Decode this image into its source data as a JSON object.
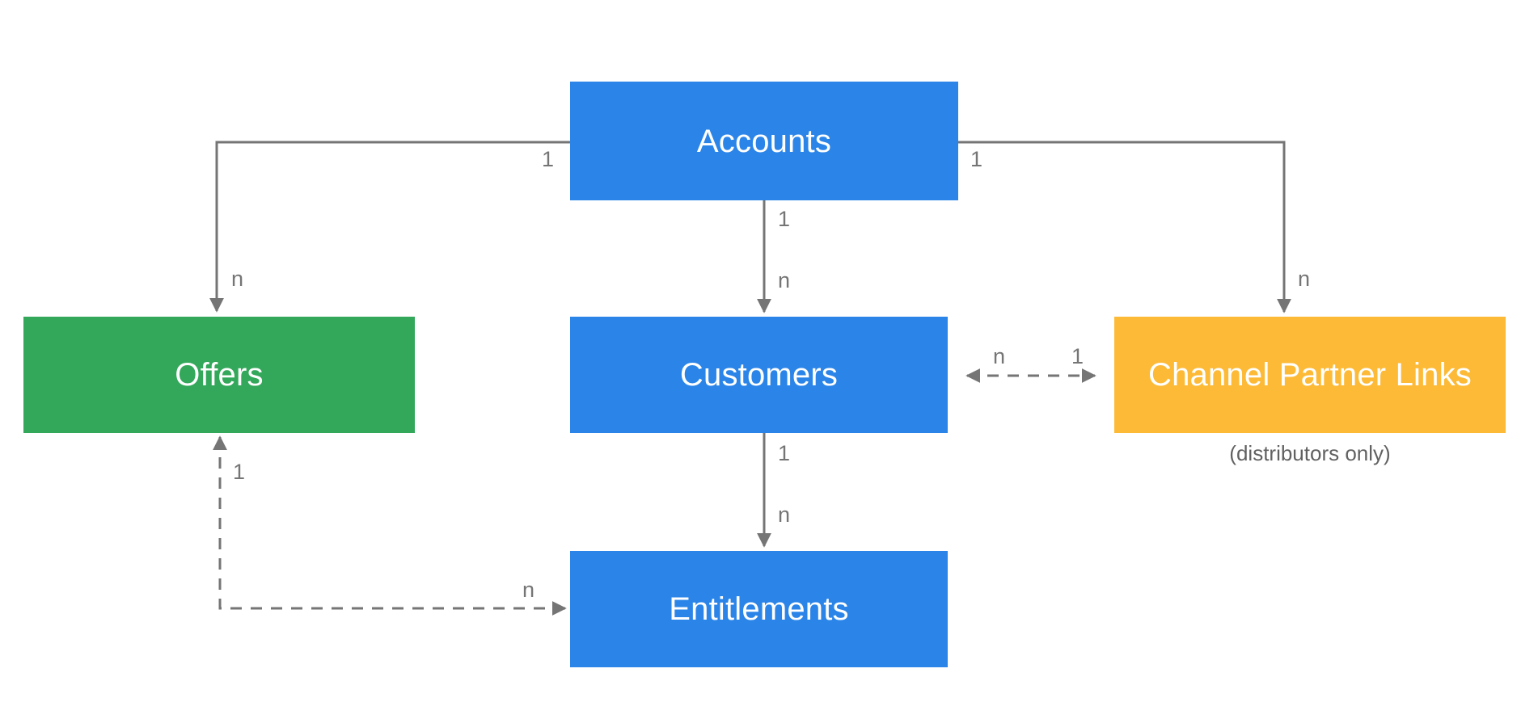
{
  "diagram": {
    "type": "entity-relationship",
    "background_color": "#ffffff",
    "line_color": "#757575",
    "label_color": "#757575",
    "nodes": [
      {
        "id": "accounts",
        "label": "Accounts",
        "color": "#2b85e8",
        "text_color": "#ffffff"
      },
      {
        "id": "offers",
        "label": "Offers",
        "color": "#33a85b",
        "text_color": "#ffffff"
      },
      {
        "id": "customers",
        "label": "Customers",
        "color": "#2b85e8",
        "text_color": "#ffffff"
      },
      {
        "id": "channel_partner_links",
        "label": "Channel Partner Links",
        "color": "#fdba36",
        "text_color": "#ffffff",
        "caption": "(distributors only)"
      },
      {
        "id": "entitlements",
        "label": "Entitlements",
        "color": "#2b85e8",
        "text_color": "#ffffff"
      }
    ],
    "edges": [
      {
        "id": "accounts-offers",
        "from": "accounts",
        "to": "offers",
        "style": "solid",
        "from_label": "1",
        "to_label": "n"
      },
      {
        "id": "accounts-customers",
        "from": "accounts",
        "to": "customers",
        "style": "solid",
        "from_label": "1",
        "to_label": "n"
      },
      {
        "id": "accounts-channel-partner-links",
        "from": "accounts",
        "to": "channel_partner_links",
        "style": "solid",
        "from_label": "1",
        "to_label": "n"
      },
      {
        "id": "customers-channel-partner-links",
        "from": "customers",
        "to": "channel_partner_links",
        "style": "dashed",
        "direction": "bidirectional",
        "from_label": "n",
        "to_label": "1"
      },
      {
        "id": "customers-entitlements",
        "from": "customers",
        "to": "entitlements",
        "style": "solid",
        "from_label": "1",
        "to_label": "n"
      },
      {
        "id": "offers-entitlements",
        "from": "offers",
        "to": "entitlements",
        "style": "dashed",
        "from_label": "1",
        "to_label": "n"
      }
    ],
    "labels": {
      "accounts_offers_one": "1",
      "accounts_offers_n": "n",
      "accounts_customers_one": "1",
      "accounts_customers_n": "n",
      "accounts_cpl_one": "1",
      "accounts_cpl_n": "n",
      "customers_cpl_n": "n",
      "customers_cpl_one": "1",
      "customers_entitlements_one": "1",
      "customers_entitlements_n": "n",
      "offers_entitlements_one": "1",
      "offers_entitlements_n": "n"
    }
  }
}
